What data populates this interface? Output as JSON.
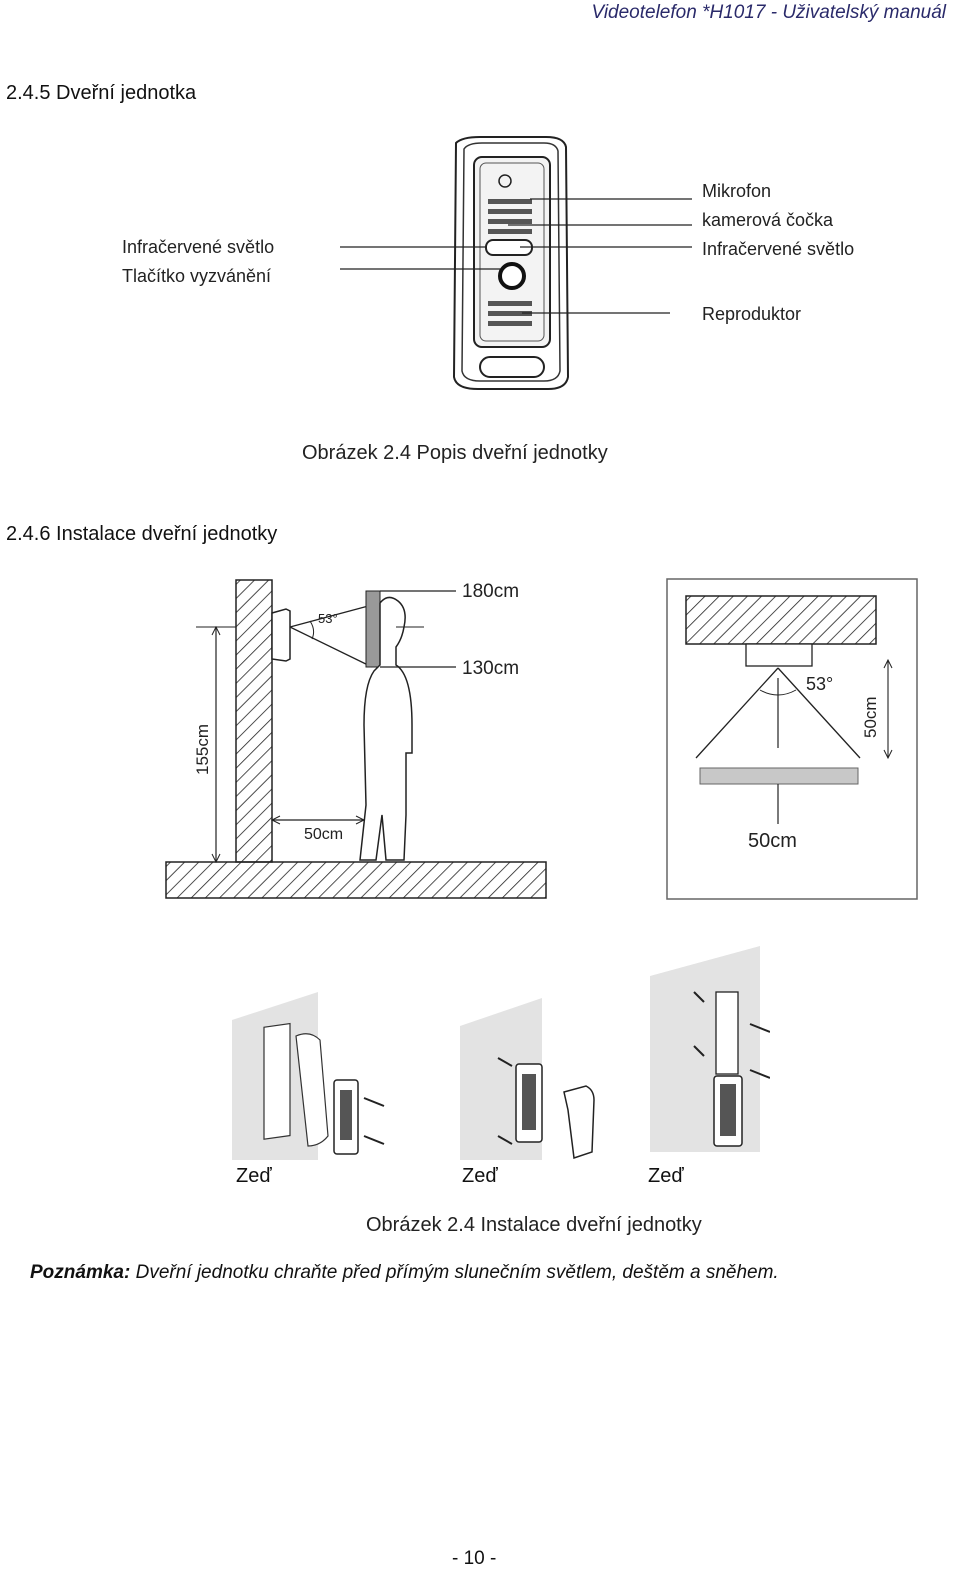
{
  "header": {
    "title": "Videotelefon *H1017 - Uživatelský manuál"
  },
  "section_245": {
    "heading": "2.4.5 Dveřní jednotka",
    "labels_left": [
      "Infračervené světlo",
      "Tlačítko vyzvánění"
    ],
    "labels_right": [
      "Mikrofon",
      "kamerová čočka",
      "Infračervené světlo",
      "Reproduktor"
    ],
    "caption": "Obrázek 2.4 Popis dveřní jednotky"
  },
  "section_246": {
    "heading": "2.4.6 Instalace dveřní jednotky",
    "side_view": {
      "dim_180": "180cm",
      "dim_130": "130cm",
      "dim_155": "155cm",
      "dim_50": "50cm",
      "angle": "53°"
    },
    "top_view": {
      "angle": "53°",
      "dim_50_vertical": "50cm",
      "dim_50_horizontal": "50cm"
    },
    "wall_labels": [
      "Zeď",
      "Zeď",
      "Zeď"
    ],
    "caption": "Obrázek 2.4 Instalace dveřní jednotky"
  },
  "note": {
    "label": "Poznámka:",
    "text": "Dveřní jednotku chraňte před přímým slunečním světlem, deštěm a sněhem."
  },
  "footer": {
    "page_number": "- 10 -"
  }
}
